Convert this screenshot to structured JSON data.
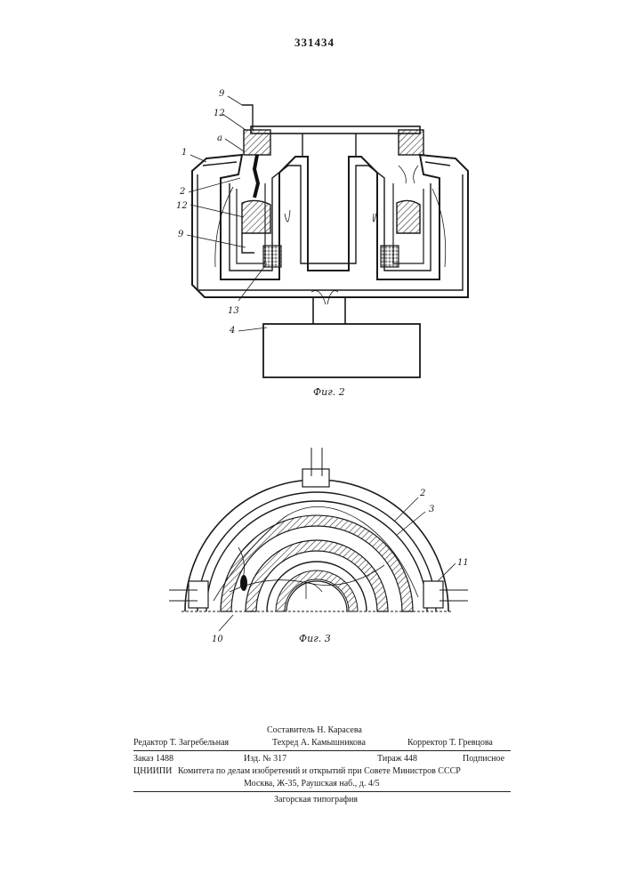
{
  "patent_number": "331434",
  "figures": {
    "fig2": {
      "caption": "Фиг. 2",
      "labels": [
        "9",
        "12",
        "a",
        "1",
        "2",
        "12",
        "9",
        "13",
        "4"
      ]
    },
    "fig3": {
      "caption": "Фиг. 3",
      "labels": [
        "2",
        "3",
        "11",
        "10"
      ]
    }
  },
  "imprint": {
    "compiler": "Составитель Н. Карасева",
    "editor": "Редактор Т. Загребельная",
    "techred": "Техред А. Камышникова",
    "corrector": "Корректор Т. Гревцова",
    "order": "Заказ 1488",
    "edition": "Изд. № 317",
    "circulation": "Тираж 448",
    "subscription": "Подписное",
    "institute_left": "ЦНИИПИ",
    "institute_right": "Комитета по делам изобретений и открытий при Совете Министров СССР",
    "address": "Москва, Ж-35, Раушская наб., д. 4/5",
    "printer": "Загорская типография"
  }
}
